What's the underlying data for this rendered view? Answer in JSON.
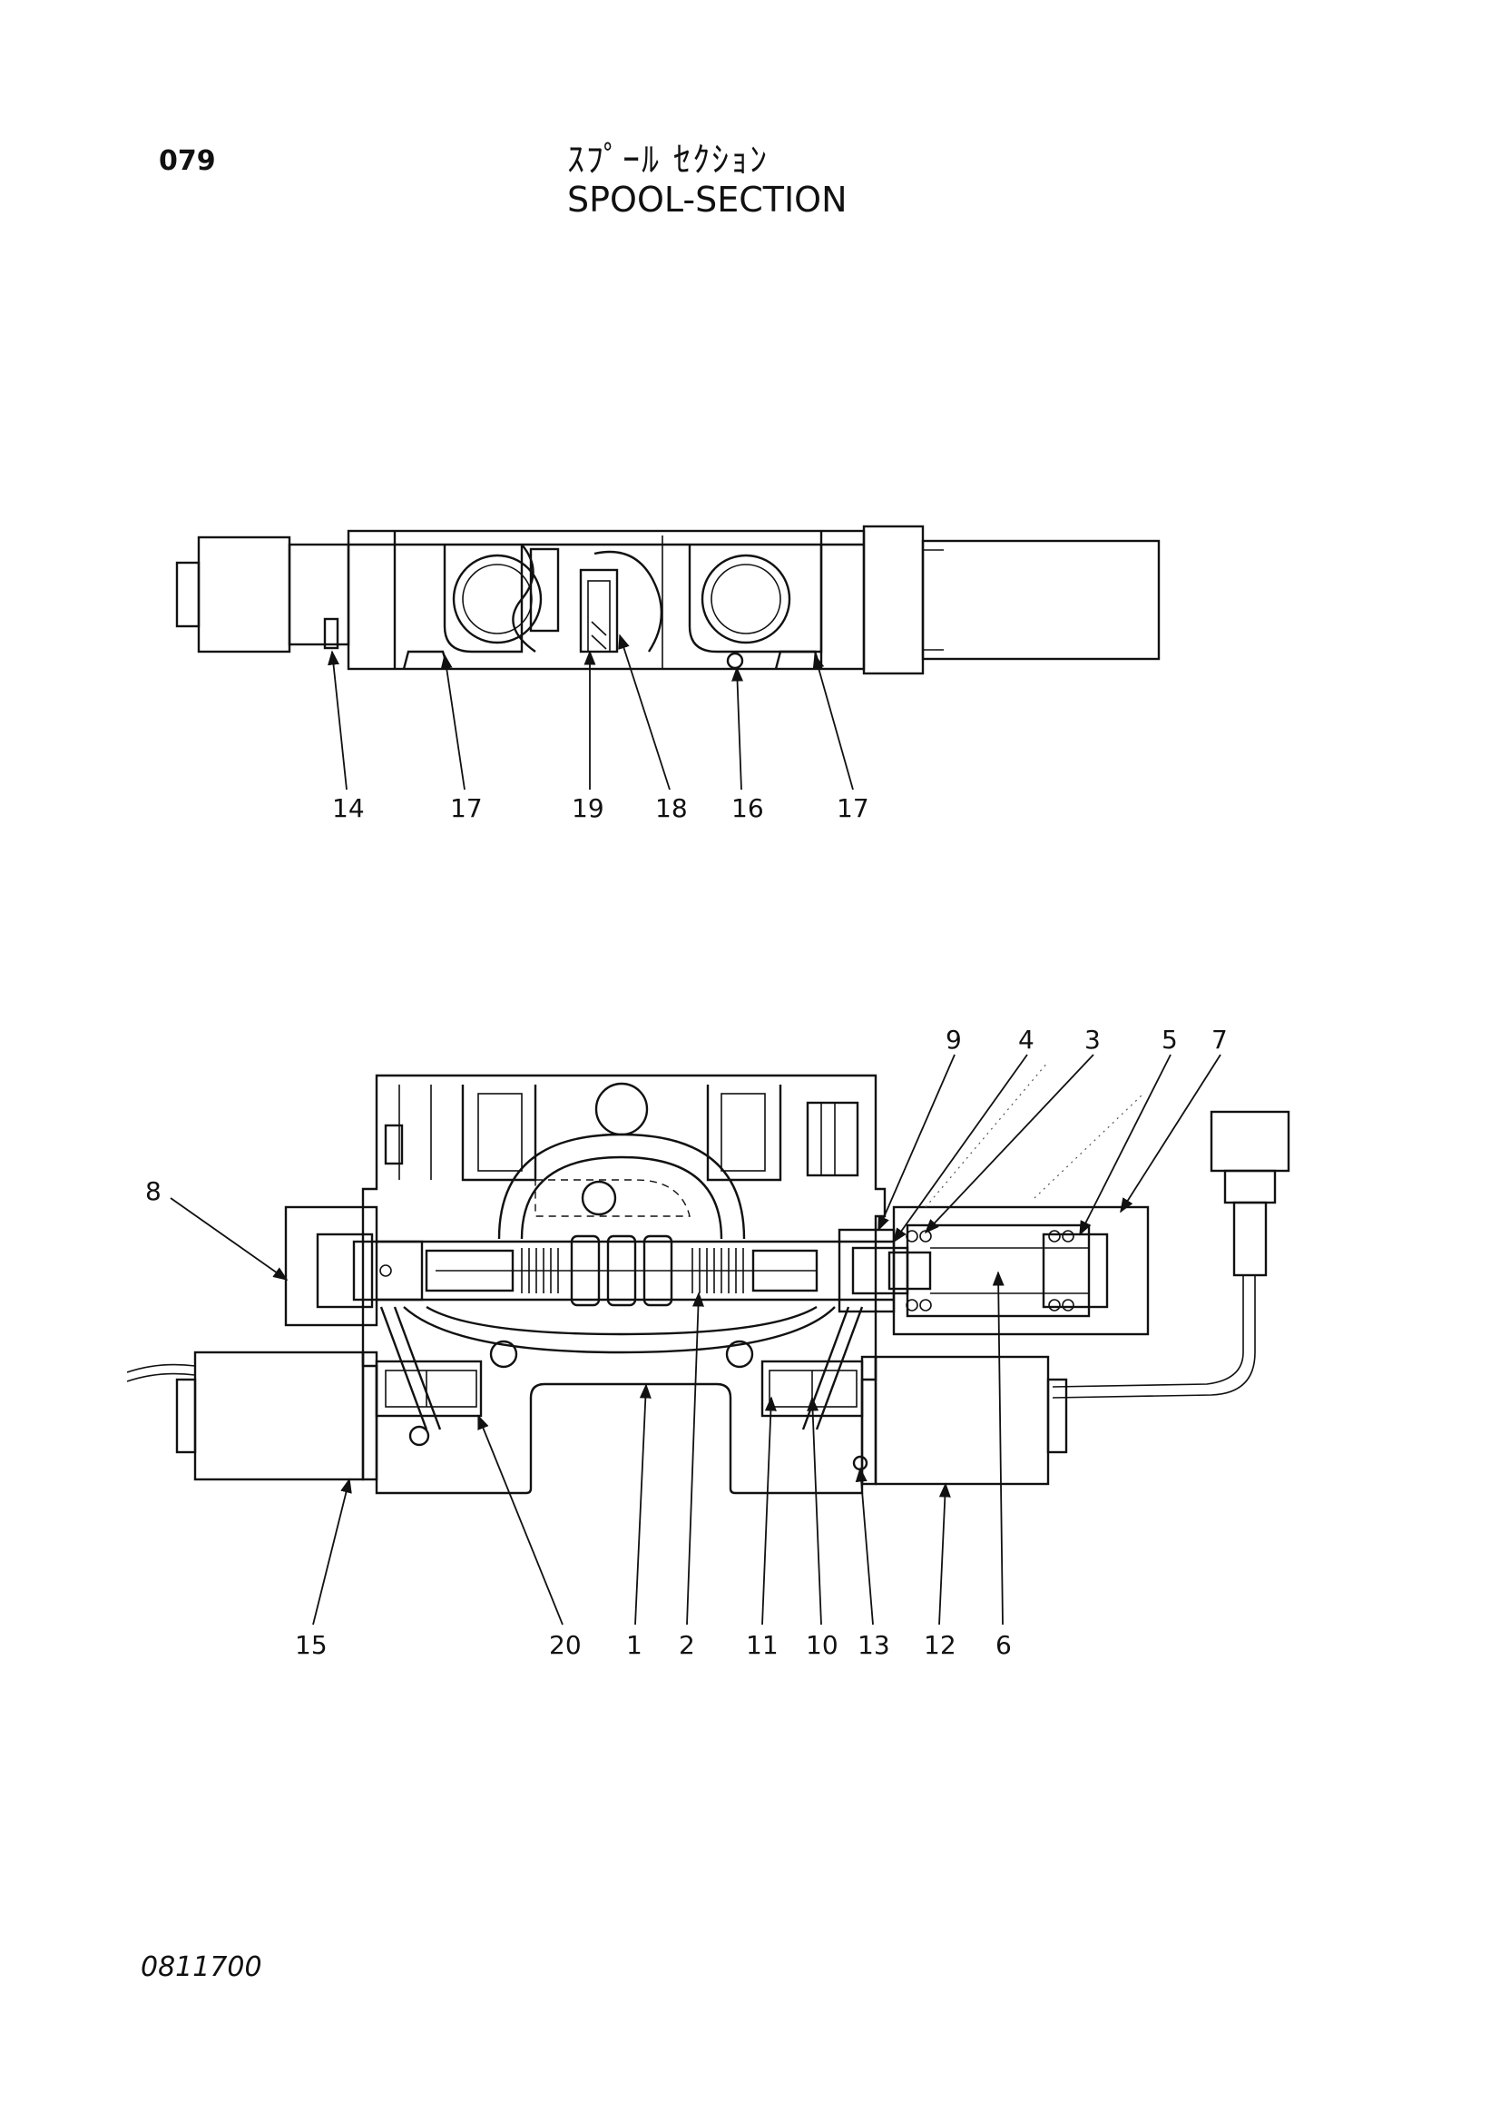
{
  "header": {
    "page_number": "079",
    "title_jp": "ｽﾌﾟｰﾙ ｾｸｼｮﾝ",
    "title_en": "SPOOL-SECTION"
  },
  "footer": {
    "drawing_number": "0811700"
  },
  "top_view": {
    "callouts": [
      "14",
      "17",
      "19",
      "18",
      "16",
      "17"
    ]
  },
  "section_view": {
    "callouts": [
      "9",
      "4",
      "3",
      "5",
      "7",
      "8",
      "15",
      "20",
      "1",
      "2",
      "11",
      "10",
      "13",
      "12",
      "6"
    ]
  },
  "colors": {
    "line": "#111111",
    "background": "#ffffff"
  }
}
